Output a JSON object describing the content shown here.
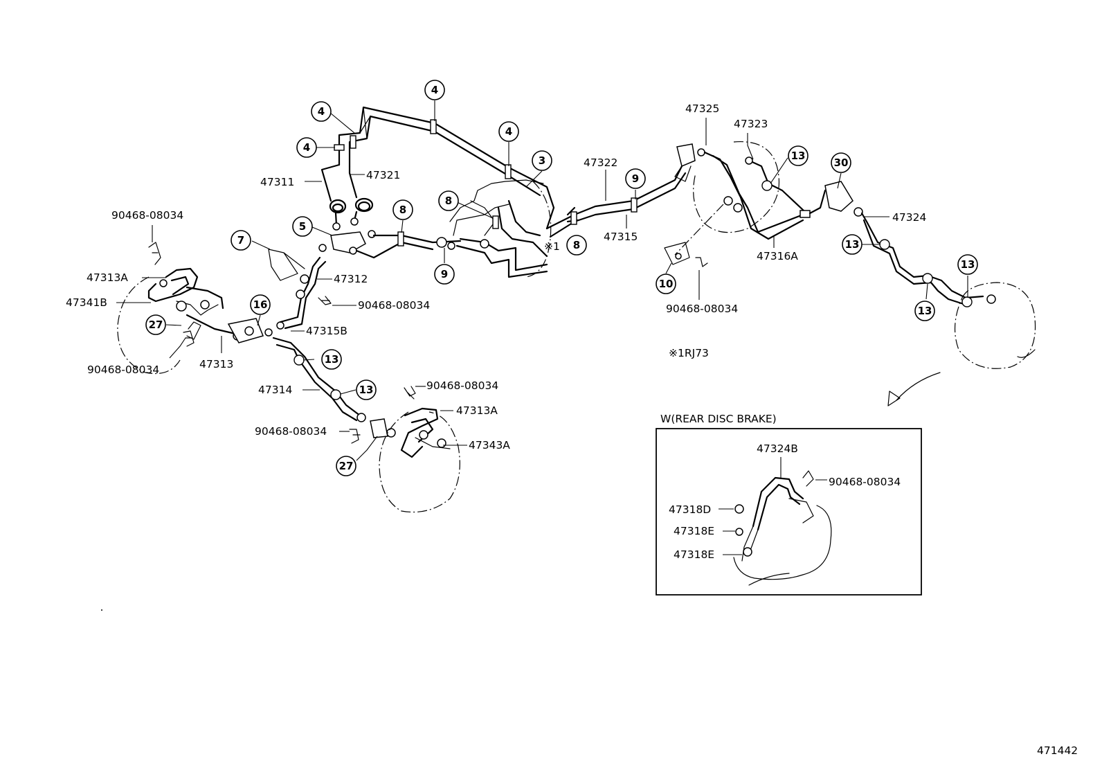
{
  "labels": {
    "p47311": "47311",
    "p47321": "47321",
    "p47312": "47312",
    "p47313A_left": "47313A",
    "p47341B": "47341B",
    "p47313": "47313",
    "p47315B": "47315B",
    "p47314": "47314",
    "p47313A_lower": "47313A",
    "p47343A": "47343A",
    "p47322": "47322",
    "p47315": "47315",
    "p47325": "47325",
    "p47323": "47323",
    "p47316A": "47316A",
    "p47324": "47324",
    "clip_top_left": "90468-08034",
    "clip_mid": "90468-08034",
    "clip_bottom_left": "90468-08034",
    "clip_lower_top": "90468-08034",
    "clip_lower_left": "90468-08034",
    "clip_right": "90468-08034",
    "clip_inset": "90468-08034",
    "star_note": "※1RJ73",
    "star_ref": "※1",
    "inset_title": "W(REAR DISC BRAKE)",
    "p47324B": "47324B",
    "p47318D": "47318D",
    "p47318E_a": "47318E",
    "p47318E_b": "47318E",
    "figure_number": "471442"
  },
  "refs": {
    "r4a": "4",
    "r4b": "4",
    "r4c": "4",
    "r4d": "4",
    "r3": "3",
    "r5": "5",
    "r7": "7",
    "r8a": "8",
    "r8b": "8",
    "r8c": "8",
    "r9a": "9",
    "r9b": "9",
    "r10": "10",
    "r13a": "13",
    "r13b": "13",
    "r13c": "13",
    "r13d": "13",
    "r13e": "13",
    "r13f": "13",
    "r16": "16",
    "r27a": "27",
    "r27b": "27",
    "r30": "30"
  }
}
